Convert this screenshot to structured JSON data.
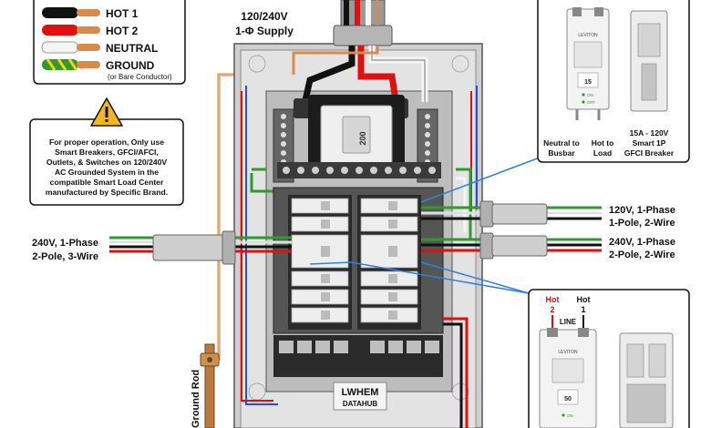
{
  "legend": {
    "items": [
      {
        "label": "HOT 1",
        "color": "#111111"
      },
      {
        "label": "HOT 2",
        "color": "#e01010"
      },
      {
        "label": "NEUTRAL",
        "color": "#f2f2f2"
      },
      {
        "label": "GROUND",
        "color": "#2f9a2f",
        "stripe": "#f2d21a",
        "sub": "(or Bare Conductor)"
      }
    ]
  },
  "supply": {
    "line1": "120/240V",
    "line2": "1-Φ Supply"
  },
  "warning": {
    "lines": [
      "For proper operation, Only use",
      "Smart Breakers, GFCI/AFCI,",
      "Outlets, & Switches on 120/240V",
      "AC Grounded System in the",
      "compatible Smart Load Center",
      "manufactured by Specific Brand."
    ]
  },
  "left_circuit": {
    "line1": "240V, 1-Phase",
    "line2": "2-Pole, 3-Wire"
  },
  "right_circuit_1": {
    "line1": "120V, 1-Phase",
    "line2": "1-Pole, 2-Wire"
  },
  "right_circuit_2": {
    "line1": "240V, 1-Phase",
    "line2": "2-Pole, 2-Wire"
  },
  "main_breaker": {
    "rating": "200"
  },
  "panel_label": {
    "brand": "LWHEM",
    "sub": "DATAHUB"
  },
  "ground_rod": {
    "label": "Ground Rod"
  },
  "inset_top": {
    "brand": "LEVITON",
    "rating": "15",
    "on_label": "ON",
    "off_label": "OFF",
    "captions": [
      {
        "lines": [
          "Neutral to",
          "Busbar"
        ]
      },
      {
        "lines": [
          "Hot to",
          "Load"
        ]
      },
      {
        "lines": [
          "15A - 120V",
          "Smart 1P",
          "GFCI Breaker"
        ]
      }
    ]
  },
  "inset_bottom": {
    "hot2_label": "Hot",
    "hot2_num": "2",
    "hot1_label": "Hot",
    "hot1_num": "1",
    "line_label": "LINE",
    "brand": "LEVITON",
    "rating": "50",
    "on_label": "ON"
  }
}
